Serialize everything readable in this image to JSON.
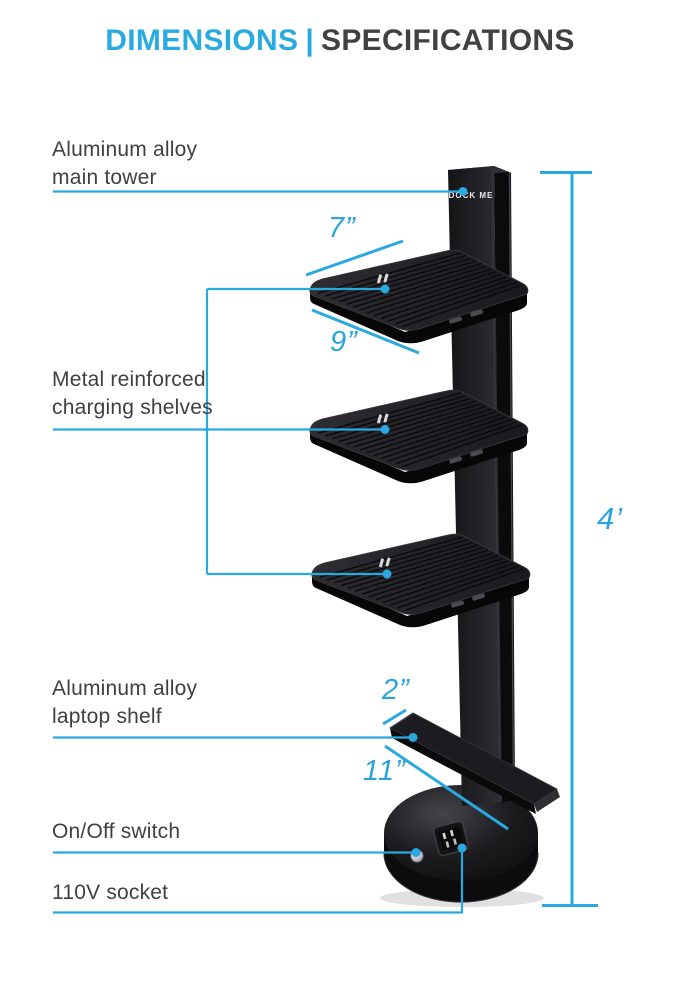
{
  "title": {
    "left": "DIMENSIONS",
    "divider": "|",
    "right": "SPECIFICATIONS"
  },
  "colors": {
    "accent": "#29A9E0",
    "title_left": "#29ABE2",
    "title_right": "#414042",
    "label_text": "#3E4043",
    "product_black": "#1B1B1E"
  },
  "product": {
    "brand": "DOCK ME"
  },
  "labels": {
    "main_tower": {
      "line1": "Aluminum alloy",
      "line2": "main tower"
    },
    "charging_shelves": {
      "line1": "Metal reinforced",
      "line2": "charging shelves"
    },
    "laptop_shelf": {
      "line1": "Aluminum alloy",
      "line2": "laptop shelf"
    },
    "on_off_switch": {
      "line1": "On/Off switch"
    },
    "socket": {
      "line1": "110V socket"
    }
  },
  "dimensions": {
    "shelf_depth": "7”",
    "shelf_width": "9”",
    "laptop_depth": "2”",
    "laptop_width": "11”",
    "tower_height": "4’"
  }
}
